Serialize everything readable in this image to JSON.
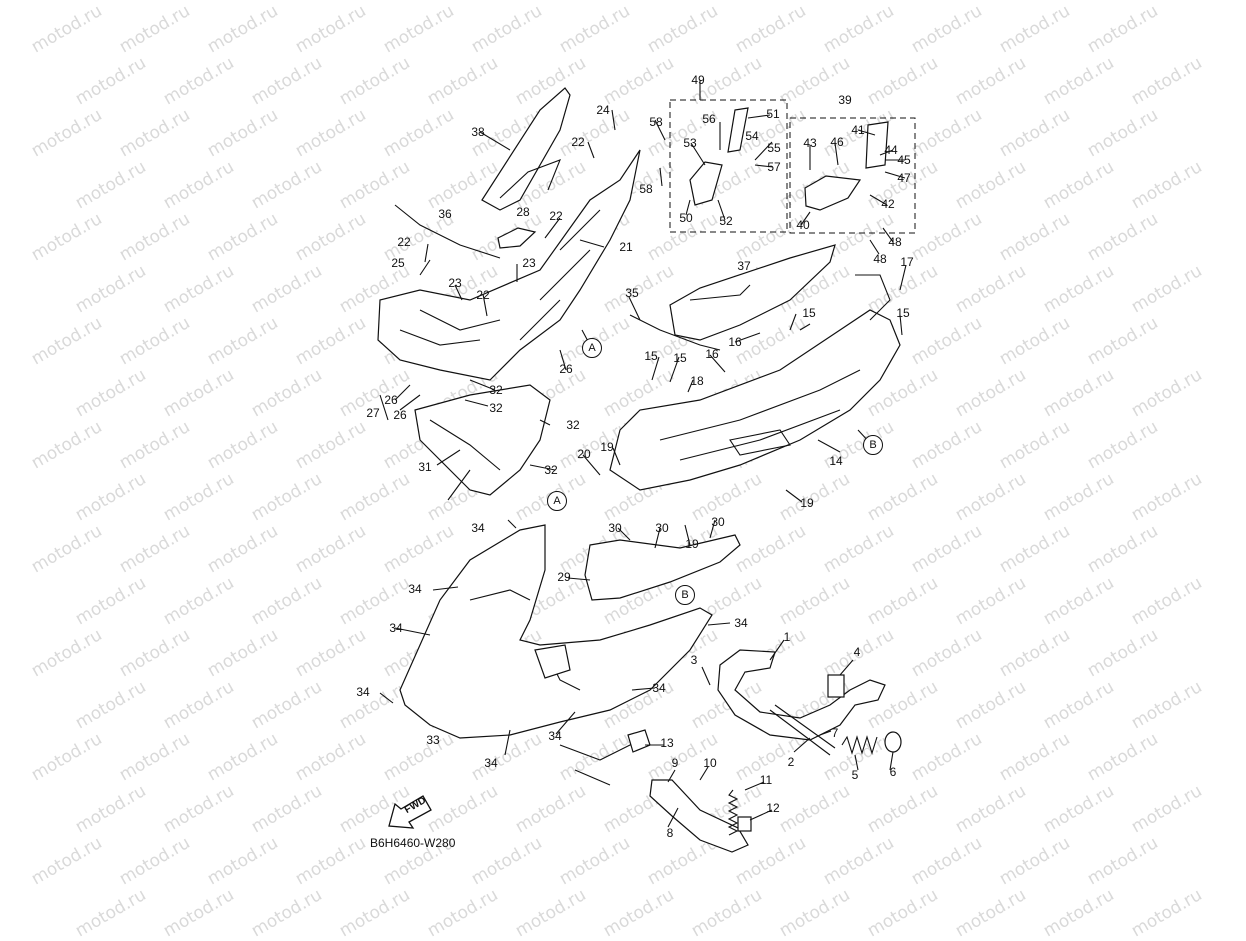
{
  "watermark": "motod.ru",
  "diagram_code": "B6H6460-W280",
  "fwd_label": "FWD",
  "callouts": [
    "1",
    "2",
    "3",
    "4",
    "5",
    "6",
    "7",
    "8",
    "9",
    "10",
    "11",
    "12",
    "13",
    "14",
    "15",
    "15",
    "15",
    "15",
    "16",
    "16",
    "17",
    "18",
    "19",
    "19",
    "19",
    "20",
    "21",
    "22",
    "22",
    "22",
    "22",
    "23",
    "23",
    "24",
    "25",
    "26",
    "26",
    "26",
    "27",
    "28",
    "29",
    "30",
    "30",
    "30",
    "31",
    "32",
    "32",
    "32",
    "32",
    "33",
    "34",
    "34",
    "34",
    "34",
    "34",
    "34",
    "34",
    "34",
    "35",
    "36",
    "37",
    "38",
    "39",
    "40",
    "41",
    "42",
    "43",
    "44",
    "45",
    "46",
    "47",
    "48",
    "48",
    "49",
    "50",
    "51",
    "52",
    "53",
    "54",
    "55",
    "56",
    "57",
    "58",
    "58"
  ],
  "refs": [
    "A",
    "A",
    "B",
    "B"
  ]
}
